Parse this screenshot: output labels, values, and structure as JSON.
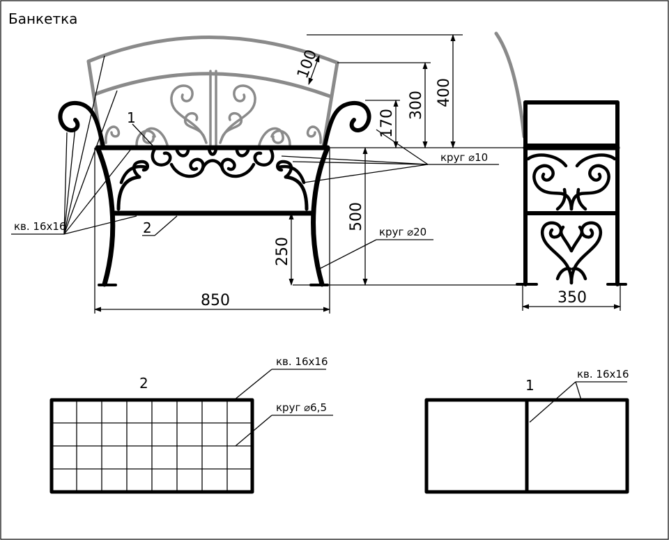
{
  "title": "Банкетка",
  "dimensions": {
    "width": "850",
    "depth": "350",
    "seat_height": "500",
    "shelf_height": "250",
    "back_total": "400",
    "back_upper": "300",
    "arm_height": "170",
    "back_band": "100"
  },
  "callouts": {
    "krug10": "круг ⌀10",
    "krug20": "круг ⌀20",
    "kv16_front": "кв. 16х16",
    "kv16_grid": "кв. 16х16",
    "krug65": "круг ⌀6,5",
    "kv16_seat": "кв. 16х16"
  },
  "part_numbers": {
    "front_1": "1",
    "front_2": "2",
    "grid_2": "2",
    "seat_1": "1"
  },
  "colors": {
    "line": "#000000",
    "back_frame": "#8a8a8a",
    "background": "#ffffff"
  }
}
